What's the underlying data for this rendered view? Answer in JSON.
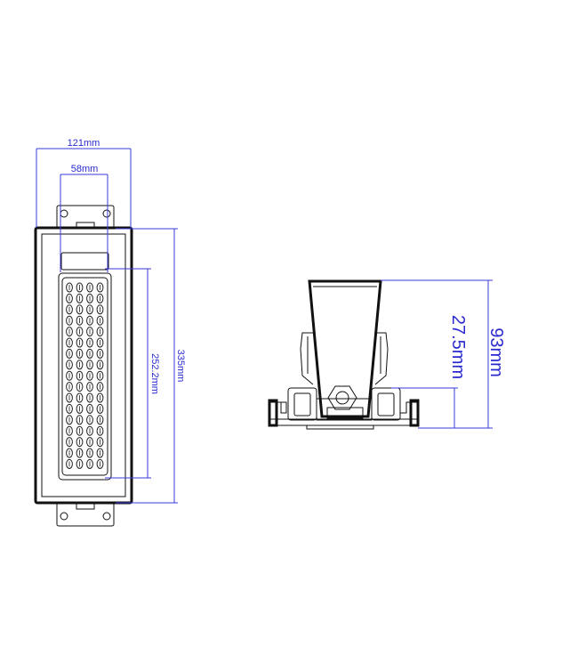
{
  "drawing": {
    "front_view": {
      "dim_overall_width": "121mm",
      "dim_led_width": "58mm",
      "dim_overall_height": "335mm",
      "dim_led_length": "252.2mm",
      "led_grid": {
        "columns": 4,
        "rows": 17
      }
    },
    "side_view": {
      "dim_total_height": "93mm",
      "dim_base_height": "27.5mm"
    }
  }
}
